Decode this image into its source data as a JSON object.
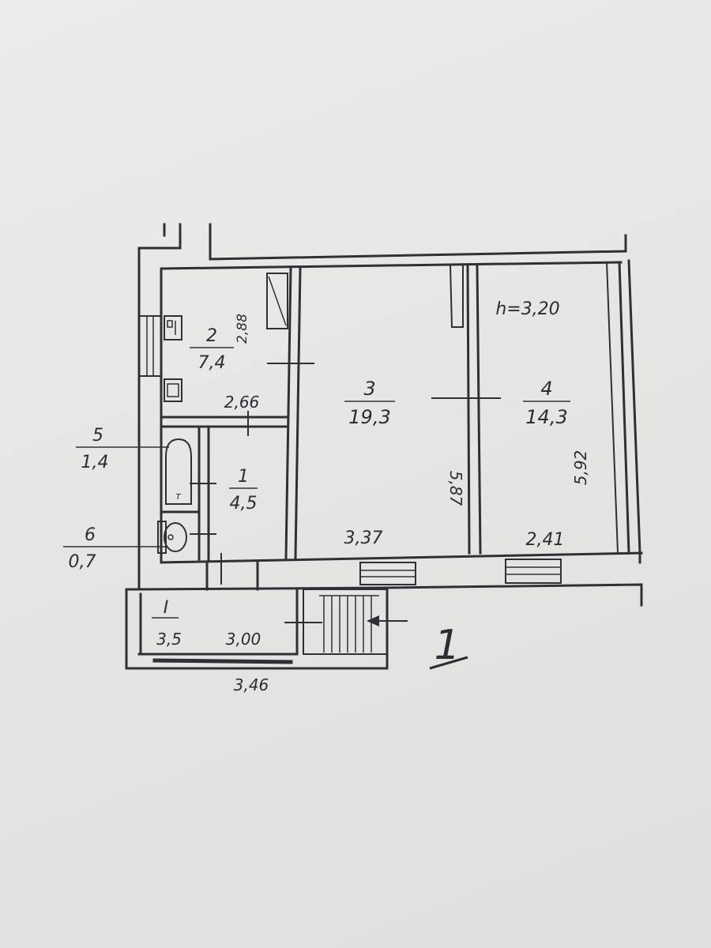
{
  "plan": {
    "ceiling_height": "h=3,20",
    "floor_marker": "1",
    "rooms": [
      {
        "id": "room-1",
        "number": "1",
        "area": "4,5"
      },
      {
        "id": "room-2",
        "number": "2",
        "area": "7,4"
      },
      {
        "id": "room-3",
        "number": "3",
        "area": "19,3"
      },
      {
        "id": "room-4",
        "number": "4",
        "area": "14,3"
      },
      {
        "id": "room-5",
        "number": "5",
        "area": "1,4"
      },
      {
        "id": "room-6",
        "number": "6",
        "area": "0,7"
      },
      {
        "id": "room-I",
        "number": "I",
        "area": "3,5"
      }
    ],
    "dimensions": {
      "room2_height": "2,88",
      "room2_width": "2,66",
      "room3_width": "3,37",
      "room3_length": "5,87",
      "room4_width": "2,41",
      "room4_length": "5,92",
      "roomI_inner": "3,00",
      "roomI_outer": "3,46"
    },
    "colors": {
      "ink": "#2f3036",
      "paper": "#e7e8e6"
    }
  }
}
